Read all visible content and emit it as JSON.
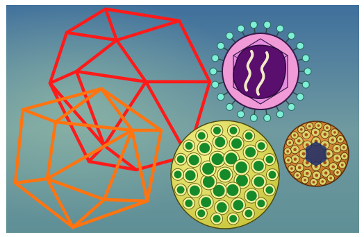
{
  "image": {
    "subject": "virus-capsid-illustration",
    "colors": {
      "frame": "#ffffff",
      "bg_top": "#3f6f9c",
      "bg_mid": "#6f9aa0",
      "bg_bottom": "#5f8f96",
      "red_capsid": "#ff1a1a",
      "orange_capsid": "#ff7410",
      "envelope_fill": "#f09ad8",
      "envelope_stroke": "#3a1a4a",
      "spike_color": "#7ff0d8",
      "core_fill": "#5a0f6e",
      "genome_color": "#f3e9c8",
      "large_capsid_fill": "#e2df5a",
      "large_capsomer": "#168a2a",
      "small_capsid_fill": "#d9862c",
      "small_capsomer": "#d9d36a",
      "small_core": "#1a2b6a"
    },
    "elements": [
      {
        "name": "red-icosahedron-wireframe",
        "color": "#ff1a1a"
      },
      {
        "name": "orange-icosahedron-wireframe",
        "color": "#ff7410"
      },
      {
        "name": "enveloped-virion",
        "color": "#f09ad8"
      },
      {
        "name": "large-spherical-capsid",
        "color": "#e2df5a"
      },
      {
        "name": "small-spherical-capsid",
        "color": "#d9862c"
      }
    ]
  }
}
